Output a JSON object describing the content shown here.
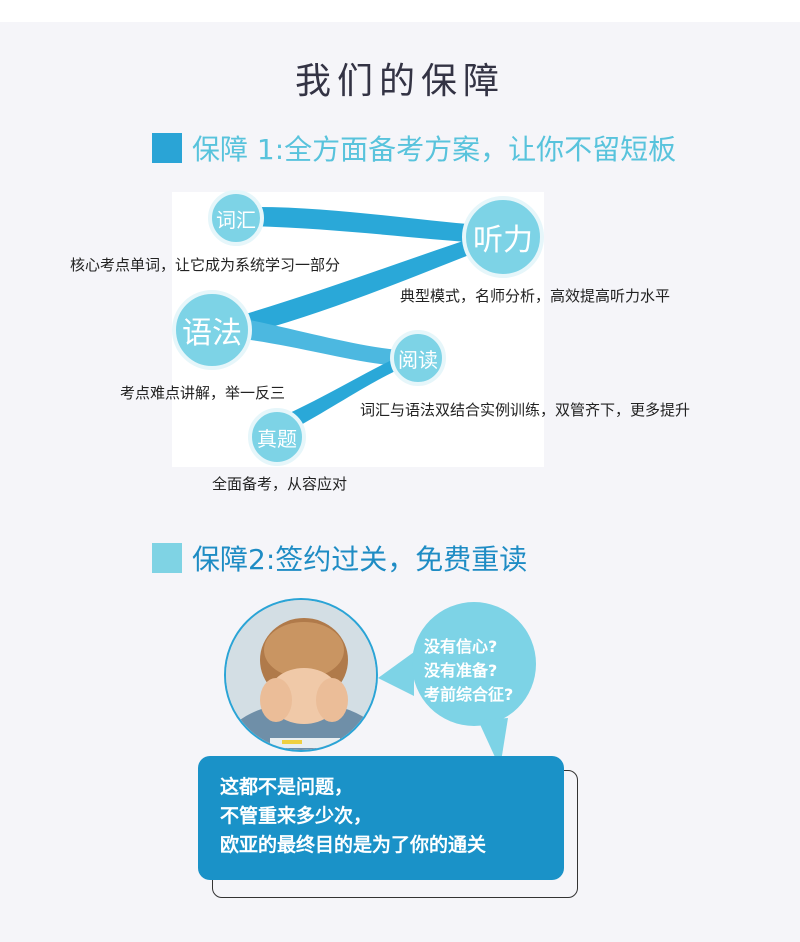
{
  "header": {
    "title": "我们的保障"
  },
  "section1": {
    "heading": "保障 1:全方面备考方案，让你不留短板",
    "nodes": {
      "vocab": {
        "label": "词汇",
        "desc": "核心考点单词，让它成为系统学习一部分"
      },
      "listening": {
        "label": "听力",
        "desc": "典型模式，名师分析，高效提高听力水平"
      },
      "grammar": {
        "label": "语法",
        "desc": "考点难点讲解，举一反三"
      },
      "reading": {
        "label": "阅读",
        "desc": "词汇与语法双结合实例训练，双管齐下，更多提升"
      },
      "exam": {
        "label": "真题",
        "desc": "全面备考，从容应对"
      }
    }
  },
  "section2": {
    "heading": "保障2:签约过关，免费重读",
    "questions": [
      "没有信心?",
      "没有准备?",
      "考前综合征?"
    ],
    "message": [
      "这都不是问题，",
      "不管重来多少次，",
      "欧亚的最终目的是为了你的通关"
    ]
  },
  "colors": {
    "accent": "#2aa4d6",
    "bubble": "#7dd3e6",
    "message_bg": "#1a92c8"
  }
}
